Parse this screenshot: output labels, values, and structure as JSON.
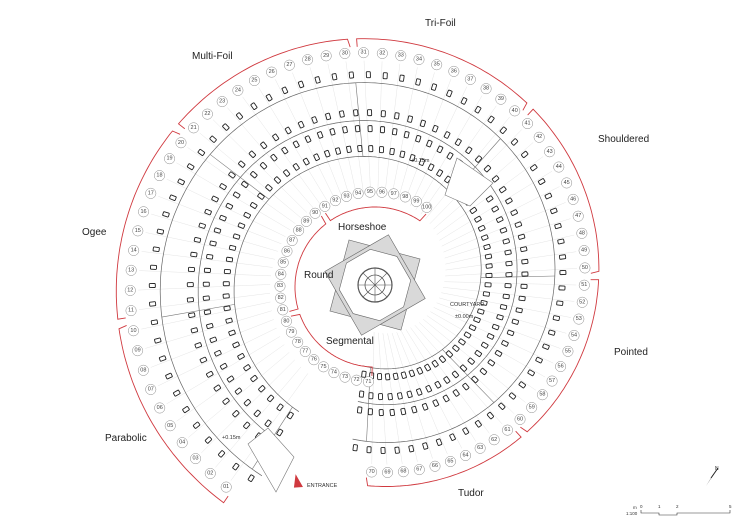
{
  "colors": {
    "accent": "#d0393f",
    "line": "#555555",
    "fill": "#d9d9d9"
  },
  "arch_types": [
    "Parabolic",
    "Ogee",
    "Multi-Foil",
    "Tri-Foil",
    "Shouldered",
    "Pointed",
    "Tudor",
    "Segmental",
    "Round",
    "Horseshoe"
  ],
  "numbers": [
    "01",
    "02",
    "03",
    "04",
    "05",
    "06",
    "07",
    "08",
    "09",
    "10",
    "11",
    "12",
    "13",
    "14",
    "15",
    "16",
    "17",
    "18",
    "19",
    "20",
    "21",
    "22",
    "23",
    "24",
    "25",
    "26",
    "27",
    "28",
    "29",
    "30",
    "31",
    "32",
    "33",
    "34",
    "35",
    "36",
    "37",
    "38",
    "39",
    "40",
    "41",
    "42",
    "43",
    "44",
    "45",
    "46",
    "47",
    "48",
    "49",
    "50",
    "51",
    "52",
    "53",
    "54",
    "55",
    "56",
    "57",
    "58",
    "59",
    "60",
    "61",
    "62",
    "63",
    "64",
    "65",
    "66",
    "67",
    "68",
    "69",
    "70",
    "71",
    "72",
    "73",
    "74",
    "75",
    "76",
    "77",
    "78",
    "79",
    "80",
    "81",
    "82",
    "83",
    "84",
    "85",
    "86",
    "87",
    "88",
    "89",
    "90",
    "91",
    "92",
    "93",
    "94",
    "95",
    "96",
    "97",
    "98",
    "99",
    "100"
  ],
  "courtyard": {
    "label": "COURTYARD",
    "level": "±0.00m"
  },
  "levels": [
    "+0.15m",
    "+0.15m"
  ],
  "entrance": "ENTRANCE",
  "north": "N",
  "scale": {
    "unit": "m",
    "ratio": "1:100",
    "ticks": [
      "0",
      "1",
      "2",
      "5"
    ]
  }
}
